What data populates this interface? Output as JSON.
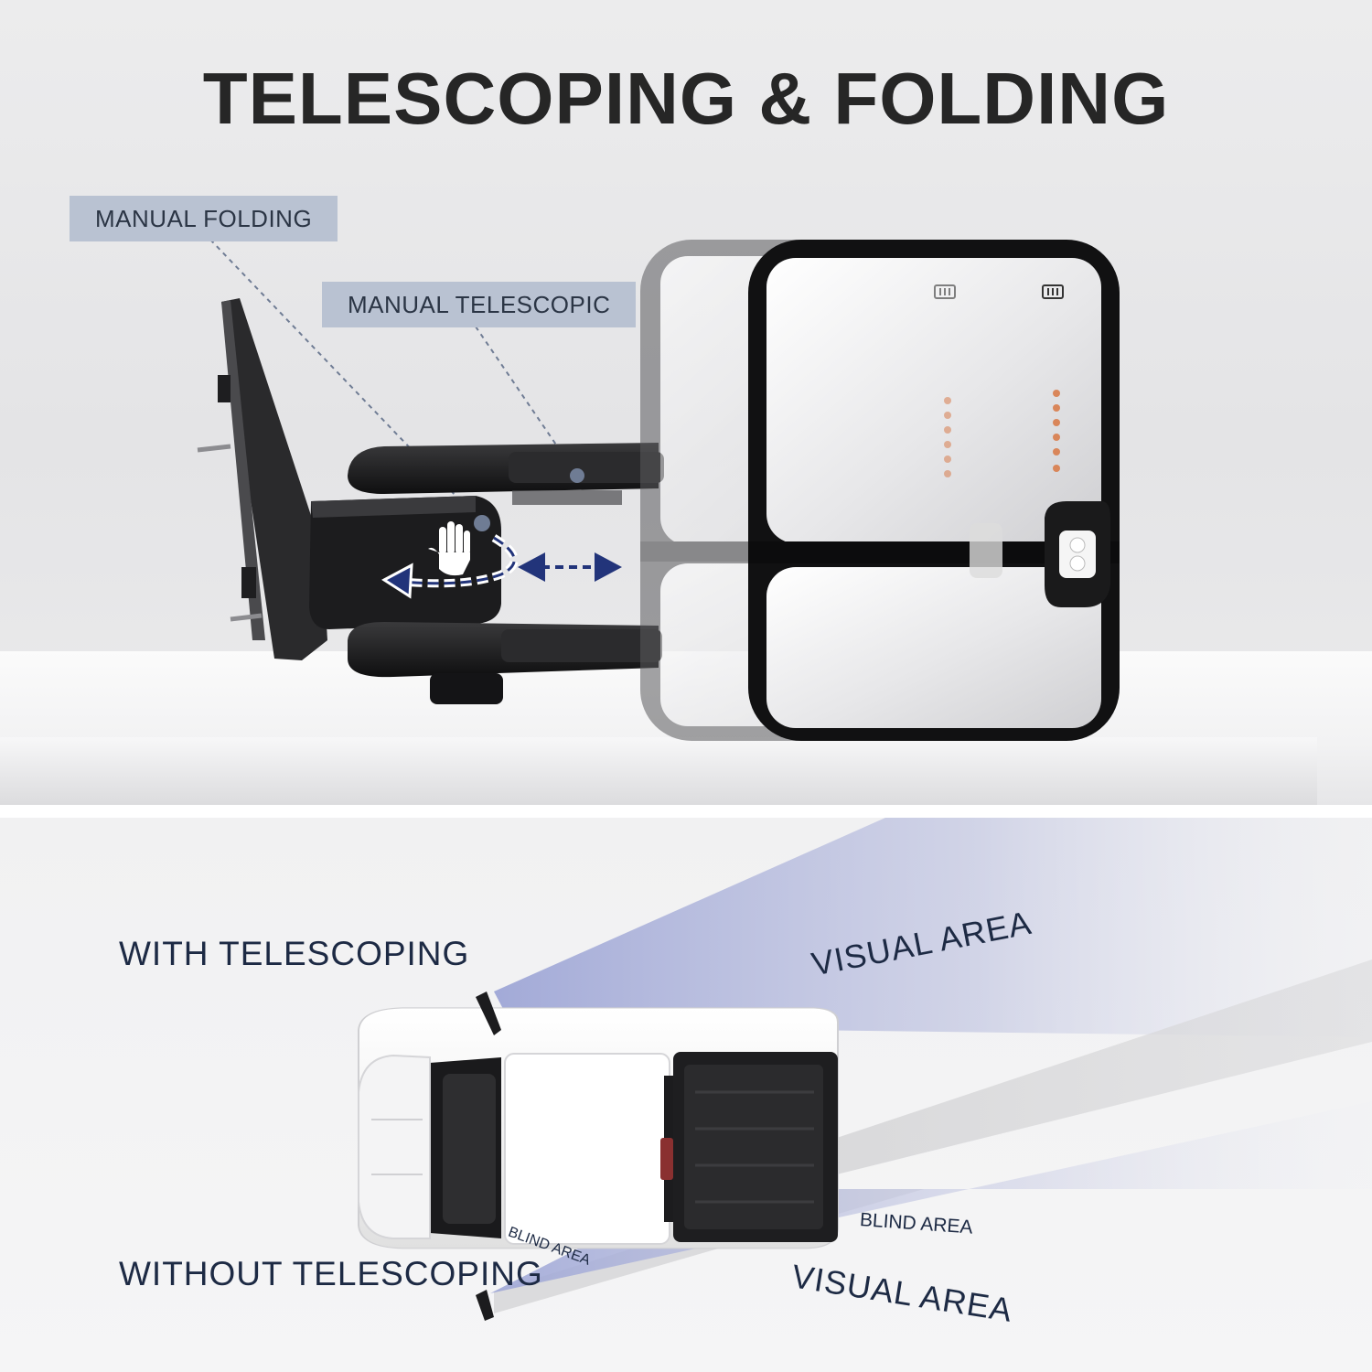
{
  "title": "TELESCOPING & FOLDING",
  "callouts": {
    "manual_folding": "MANUAL FOLDING",
    "manual_telescopic": "MANUAL TELESCOPIC"
  },
  "diagram": {
    "with_label": "WITH TELESCOPING",
    "without_label": "WITHOUT TELESCOPING",
    "visual_area_top": "VISUAL AREA",
    "visual_area_bottom": "VISUAL AREA",
    "blind_area_right": "BLIND AREA",
    "blind_area_left": "BLIND AREA"
  },
  "colors": {
    "title": "#262626",
    "callout_bg": "#b9c2d2",
    "label_text": "#1d2a44",
    "arrow": "#22347a",
    "visual_area": "#a9b0d6"
  },
  "icons": [
    "hand-icon",
    "defrost-icon",
    "fold-arrow-icon",
    "telescope-arrow-icon"
  ]
}
